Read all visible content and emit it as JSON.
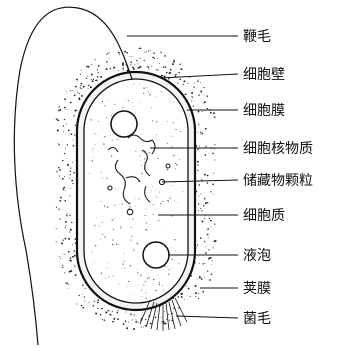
{
  "diagram": {
    "labels": {
      "flagellum": "鞭毛",
      "cell_wall": "细胞壁",
      "cell_membrane": "细胞膜",
      "nuclear_material": "细胞核物质",
      "storage_granules": "储藏物颗粒",
      "cytoplasm": "细胞质",
      "vacuole": "液泡",
      "capsule": "荚膜",
      "pili": "菌毛"
    }
  }
}
